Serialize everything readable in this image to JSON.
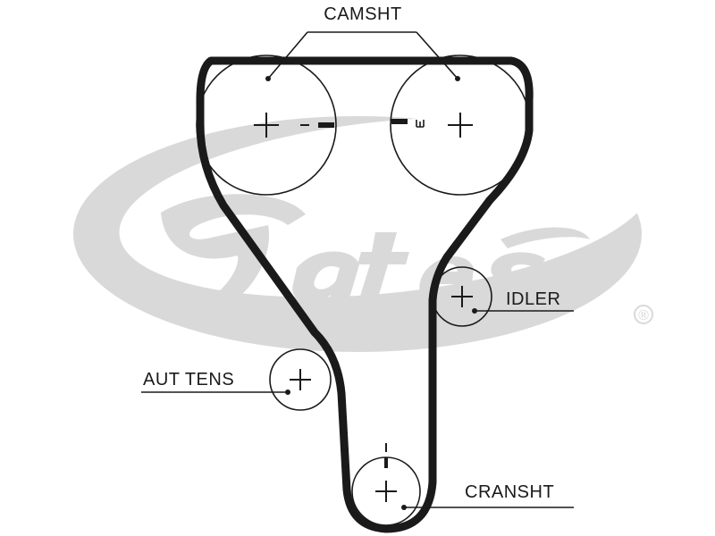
{
  "watermark": {
    "brand": "Gates",
    "registered": "®",
    "color": "#d9d9d9"
  },
  "labels": {
    "camshaft": "CAMSHT",
    "idler": "IDLER",
    "auto_tensioner": "AUT TENS",
    "crankshaft": "CRANSHT"
  },
  "colors": {
    "line": "#1a1a1a",
    "background": "#ffffff"
  }
}
